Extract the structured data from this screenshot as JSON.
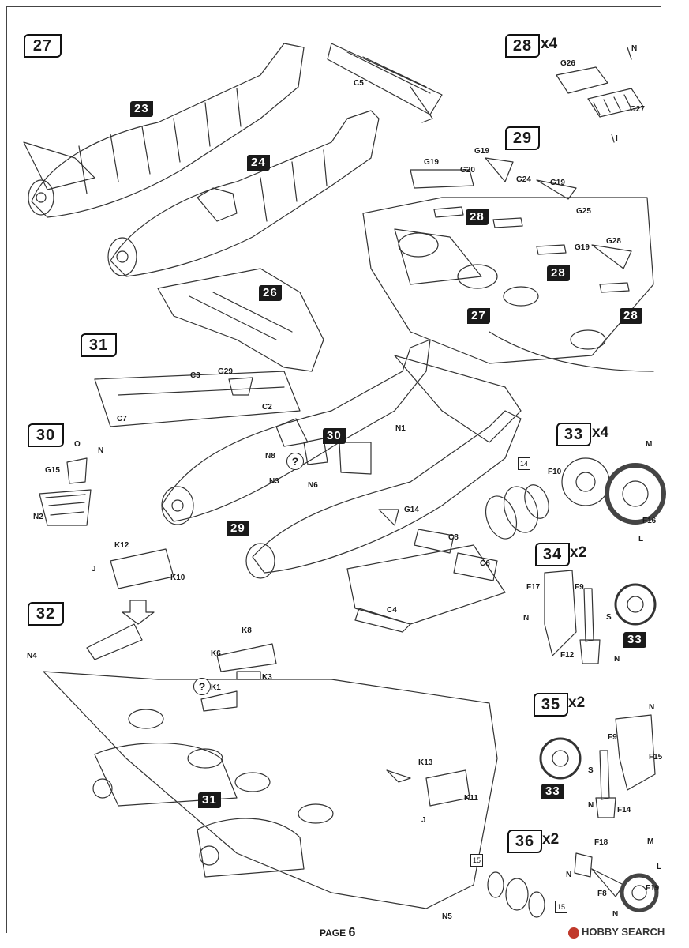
{
  "page": {
    "label": "PAGE",
    "number": "6"
  },
  "watermark": "HOBBY SEARCH",
  "steps": {
    "s27": "27",
    "s28": "28",
    "s28_mult": "x4",
    "s29": "29",
    "s30": "30",
    "s31": "31",
    "s32": "32",
    "s33": "33",
    "s33_mult": "x4",
    "s34": "34",
    "s34_mult": "x2",
    "s35": "35",
    "s35_mult": "x2",
    "s36": "36",
    "s36_mult": "x2"
  },
  "refs": {
    "r23": "23",
    "r24": "24",
    "r26": "26",
    "r28a": "28",
    "r28b": "28",
    "r28c": "28",
    "r27": "27",
    "r30": "30",
    "r29": "29",
    "r31": "31",
    "r33a": "33",
    "r33b": "33"
  },
  "labels": {
    "c5": "C5",
    "g26": "G26",
    "n_28": "N",
    "g27": "G27",
    "i_28": "I",
    "g19a": "G19",
    "g20": "G20",
    "g19b": "G19",
    "g24": "G24",
    "g19c": "G19",
    "g25": "G25",
    "g28": "G28",
    "g19d": "G19",
    "c3": "C3",
    "g29": "G29",
    "c2": "C2",
    "c7": "C7",
    "n1": "N1",
    "n8": "N8",
    "n3": "N3",
    "n6": "N6",
    "g14": "G14",
    "c8": "C8",
    "c6": "C6",
    "c4": "C4",
    "o_30": "O",
    "n_30": "N",
    "g15": "G15",
    "n2": "N2",
    "k12": "K12",
    "j_32a": "J",
    "k10": "K10",
    "n4": "N4",
    "k8": "K8",
    "k6": "K6",
    "k3": "K3",
    "k1": "K1",
    "k13": "K13",
    "k11": "K11",
    "j_32b": "J",
    "n5": "N5",
    "f10": "F10",
    "m_33": "M",
    "f16": "F16",
    "l_33": "L",
    "f17": "F17",
    "f9a": "F9",
    "n_34a": "N",
    "s_34": "S",
    "f12": "F12",
    "n_34b": "N",
    "n_35a": "N",
    "f9b": "F9",
    "f15": "F15",
    "s_35": "S",
    "n_35b": "N",
    "f14": "F14",
    "f18": "F18",
    "m_36": "M",
    "n_36a": "N",
    "l_36": "L",
    "f8": "F8",
    "f19": "F19",
    "n_36b": "N",
    "box14": "14",
    "box15a": "15",
    "box15b": "15",
    "q1": "?",
    "q2": "?"
  }
}
